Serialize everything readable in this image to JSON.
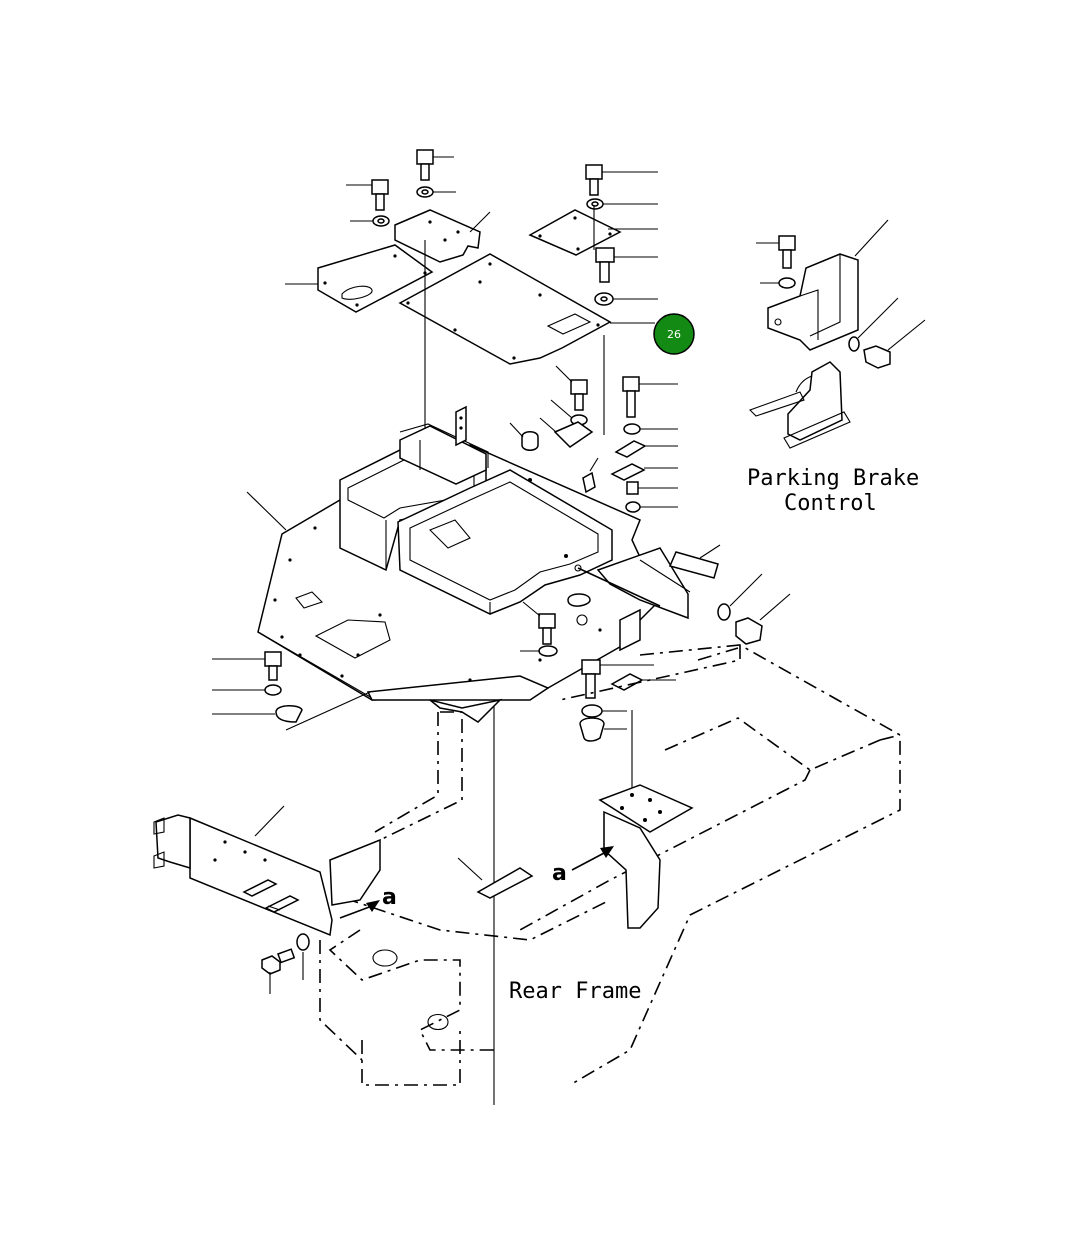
{
  "labels": {
    "parking_brake_line1": "Parking Brake",
    "parking_brake_line2": "Control",
    "rear_frame": "Rear Frame",
    "marker_a_left": "a",
    "marker_a_right": "a"
  },
  "callout": {
    "number": "26",
    "color": "#138a13",
    "ring_color": "#000000"
  }
}
